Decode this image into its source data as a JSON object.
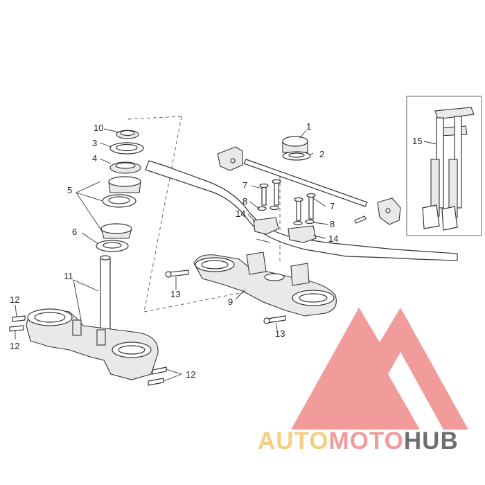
{
  "callouts": [
    {
      "id": "1",
      "text": "1"
    },
    {
      "id": "2",
      "text": "2"
    },
    {
      "id": "3",
      "text": "3"
    },
    {
      "id": "4",
      "text": "4"
    },
    {
      "id": "5",
      "text": "5"
    },
    {
      "id": "6",
      "text": "6"
    },
    {
      "id": "7a",
      "text": "7"
    },
    {
      "id": "7b",
      "text": "7"
    },
    {
      "id": "8a",
      "text": "8"
    },
    {
      "id": "8b",
      "text": "8"
    },
    {
      "id": "9",
      "text": "9"
    },
    {
      "id": "10",
      "text": "10"
    },
    {
      "id": "11",
      "text": "11"
    },
    {
      "id": "12a",
      "text": "12"
    },
    {
      "id": "12b",
      "text": "12"
    },
    {
      "id": "12c",
      "text": "12"
    },
    {
      "id": "13a",
      "text": "13"
    },
    {
      "id": "13b",
      "text": "13"
    },
    {
      "id": "14a",
      "text": "14"
    },
    {
      "id": "14b",
      "text": "14"
    },
    {
      "id": "15",
      "text": "15"
    }
  ],
  "watermark": {
    "part1": "AUTO",
    "part2": "MOTO",
    "part3": "HUB",
    "color_light": "#f5c66e",
    "color_red": "#f08a8a",
    "color_dark": "#555555"
  }
}
